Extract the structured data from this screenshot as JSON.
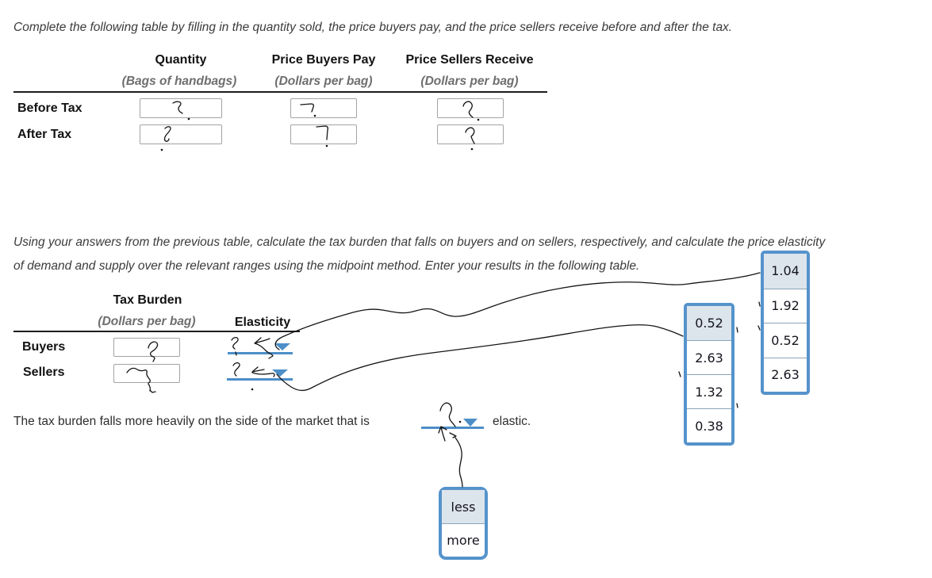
{
  "colors": {
    "dropdown_blue": "#4c8ec8",
    "popup_border_blue": "#5593cb",
    "popup_highlight": "#dce5ec",
    "ink": "#141414"
  },
  "intro": {
    "line1": "Complete the following table by filling in the quantity sold, the price buyers pay, and the price sellers receive before and after the tax."
  },
  "table1": {
    "columns": [
      {
        "label": "Quantity",
        "unit": "(Bags of handbags)"
      },
      {
        "label": "Price Buyers Pay",
        "unit": "(Dollars per bag)"
      },
      {
        "label": "Price Sellers Receive",
        "unit": "(Dollars per bag)"
      }
    ],
    "rows": [
      {
        "label": "Before Tax"
      },
      {
        "label": "After Tax"
      }
    ]
  },
  "middle": {
    "line1": "Using your answers from the previous table, calculate the tax burden that falls on buyers and on sellers, respectively, and calculate the price elasticity",
    "line2": "of demand and supply over the relevant ranges using the midpoint method. Enter your results in the following table."
  },
  "table2": {
    "col1_label": "Tax Burden",
    "col1_unit": "(Dollars per bag)",
    "col2_label": "Elasticity",
    "rows": [
      {
        "label": "Buyers"
      },
      {
        "label": "Sellers"
      }
    ]
  },
  "sentence": {
    "before": "The tax burden falls more heavily on the side of the market that is",
    "after": "elastic."
  },
  "popups": {
    "buyers_elasticity": {
      "items": [
        "1.04",
        "1.92",
        "0.52",
        "2.63"
      ],
      "selected": "1.04"
    },
    "sellers_elasticity": {
      "items": [
        "0.52",
        "2.63",
        "1.32",
        "0.38"
      ],
      "selected": "0.52"
    },
    "elastic_choice": {
      "items": [
        "less",
        "more"
      ],
      "selected": "less"
    }
  }
}
